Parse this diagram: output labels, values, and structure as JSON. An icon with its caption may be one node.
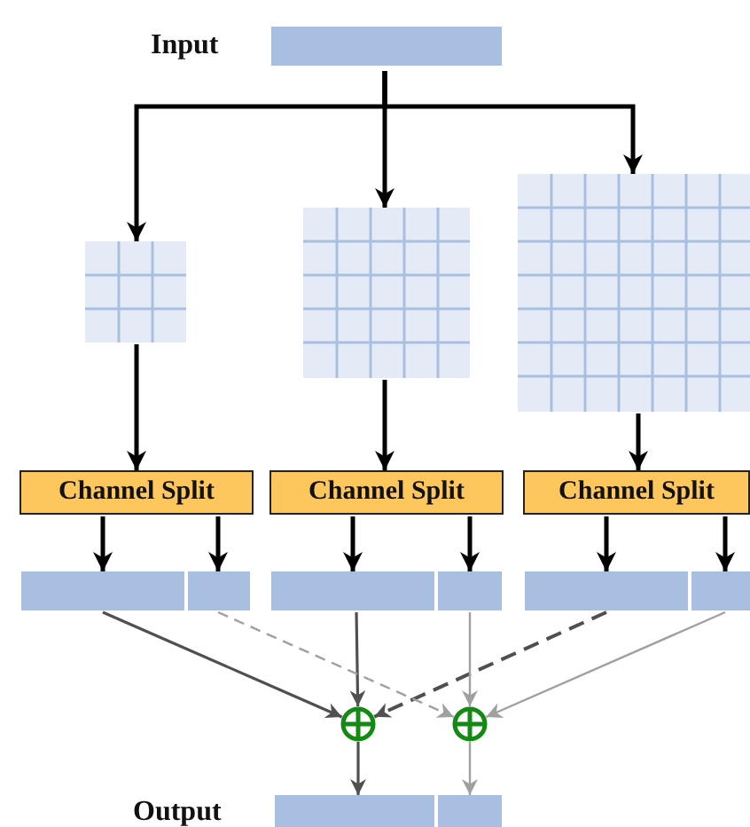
{
  "diagram": {
    "nodes": [
      {
        "text": [],
        "shape": "bar",
        "beside": [
          "Input"
        ]
      },
      {
        "text": [],
        "shape": "box"
      },
      {
        "text": [],
        "shape": "box"
      },
      {
        "text": [],
        "shape": "box"
      },
      {
        "text": [
          "Channel Split"
        ]
      },
      {
        "text": [
          "Channel Split"
        ]
      },
      {
        "text": [
          "Channel Split"
        ]
      },
      {
        "text": [],
        "shape": "bar"
      },
      {
        "text": [],
        "shape": "bar"
      },
      {
        "text": [],
        "shape": "bar"
      },
      {
        "text": [],
        "shape": "bar"
      },
      {
        "text": [],
        "shape": "bar"
      },
      {
        "text": [],
        "shape": "bar"
      },
      {
        "text": [],
        "shape": "circle"
      },
      {
        "text": [],
        "shape": "circle"
      },
      {
        "text": [],
        "shape": "bar",
        "beside": [
          "Output"
        ]
      },
      {
        "text": [],
        "shape": "bar"
      }
    ],
    "edges": [
      {
        "from": 0,
        "to": 1,
        "arrow": "to"
      },
      {
        "from": 0,
        "to": 2,
        "arrow": "to"
      },
      {
        "from": 0,
        "to": 3,
        "arrow": "to"
      },
      {
        "from": 1,
        "to": 4,
        "arrow": "to"
      },
      {
        "from": 2,
        "to": 5,
        "arrow": "to"
      },
      {
        "from": 3,
        "to": 6,
        "arrow": "to"
      },
      {
        "from": 4,
        "to": 7,
        "arrow": "to"
      },
      {
        "from": 4,
        "to": 8,
        "arrow": "to"
      },
      {
        "from": 5,
        "to": 9,
        "arrow": "to"
      },
      {
        "from": 5,
        "to": 10,
        "arrow": "to"
      },
      {
        "from": 6,
        "to": 11,
        "arrow": "to"
      },
      {
        "from": 6,
        "to": 12,
        "arrow": "to"
      },
      {
        "from": 7,
        "to": 13,
        "arrow": "to",
        "color": "#505050"
      },
      {
        "from": 9,
        "to": 13,
        "arrow": "to",
        "color": "#505050"
      },
      {
        "from": 11,
        "to": 13,
        "arrow": "to",
        "style": "dashed",
        "color": "#505050"
      },
      {
        "from": 8,
        "to": 14,
        "arrow": "to",
        "style": "dashed",
        "color": "#a0a0a0"
      },
      {
        "from": 10,
        "to": 14,
        "arrow": "to",
        "color": "#a0a0a0"
      },
      {
        "from": 12,
        "to": 14,
        "arrow": "to",
        "color": "#a0a0a0"
      },
      {
        "from": 13,
        "to": 15,
        "arrow": "to",
        "color": "#505050"
      },
      {
        "from": 14,
        "to": 16,
        "arrow": "to",
        "color": "#a0a0a0"
      }
    ]
  }
}
